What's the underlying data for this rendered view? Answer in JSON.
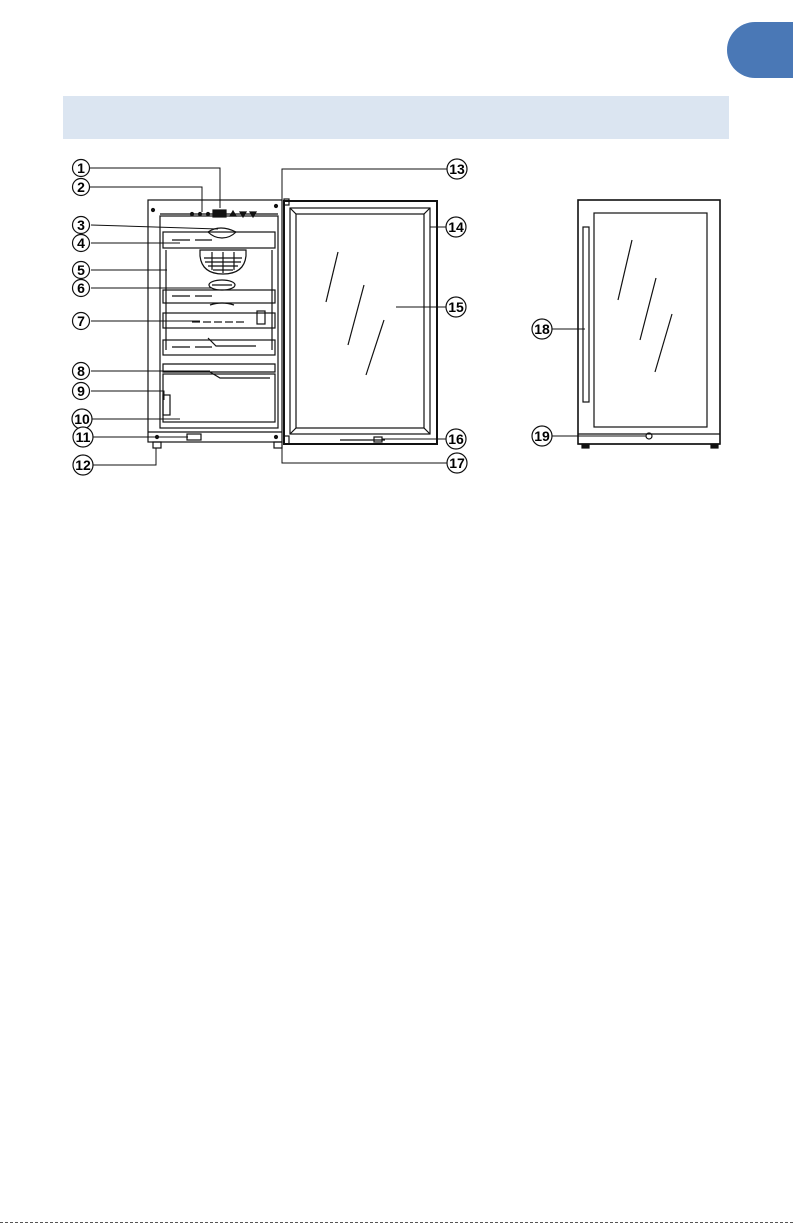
{
  "header": {
    "title": ""
  },
  "callouts": [
    {
      "label": "1"
    },
    {
      "label": "2"
    },
    {
      "label": "3"
    },
    {
      "label": "4"
    },
    {
      "label": "5"
    },
    {
      "label": "6"
    },
    {
      "label": "7"
    },
    {
      "label": "8"
    },
    {
      "label": "9"
    },
    {
      "label": "10"
    },
    {
      "label": "11"
    },
    {
      "label": "12"
    },
    {
      "label": "13"
    },
    {
      "label": "14"
    },
    {
      "label": "15"
    },
    {
      "label": "16"
    },
    {
      "label": "17"
    },
    {
      "label": "18"
    },
    {
      "label": "19"
    }
  ],
  "colors": {
    "tab": "#4a78b6",
    "header_band": "#dbe5f1",
    "line": "#111111"
  }
}
